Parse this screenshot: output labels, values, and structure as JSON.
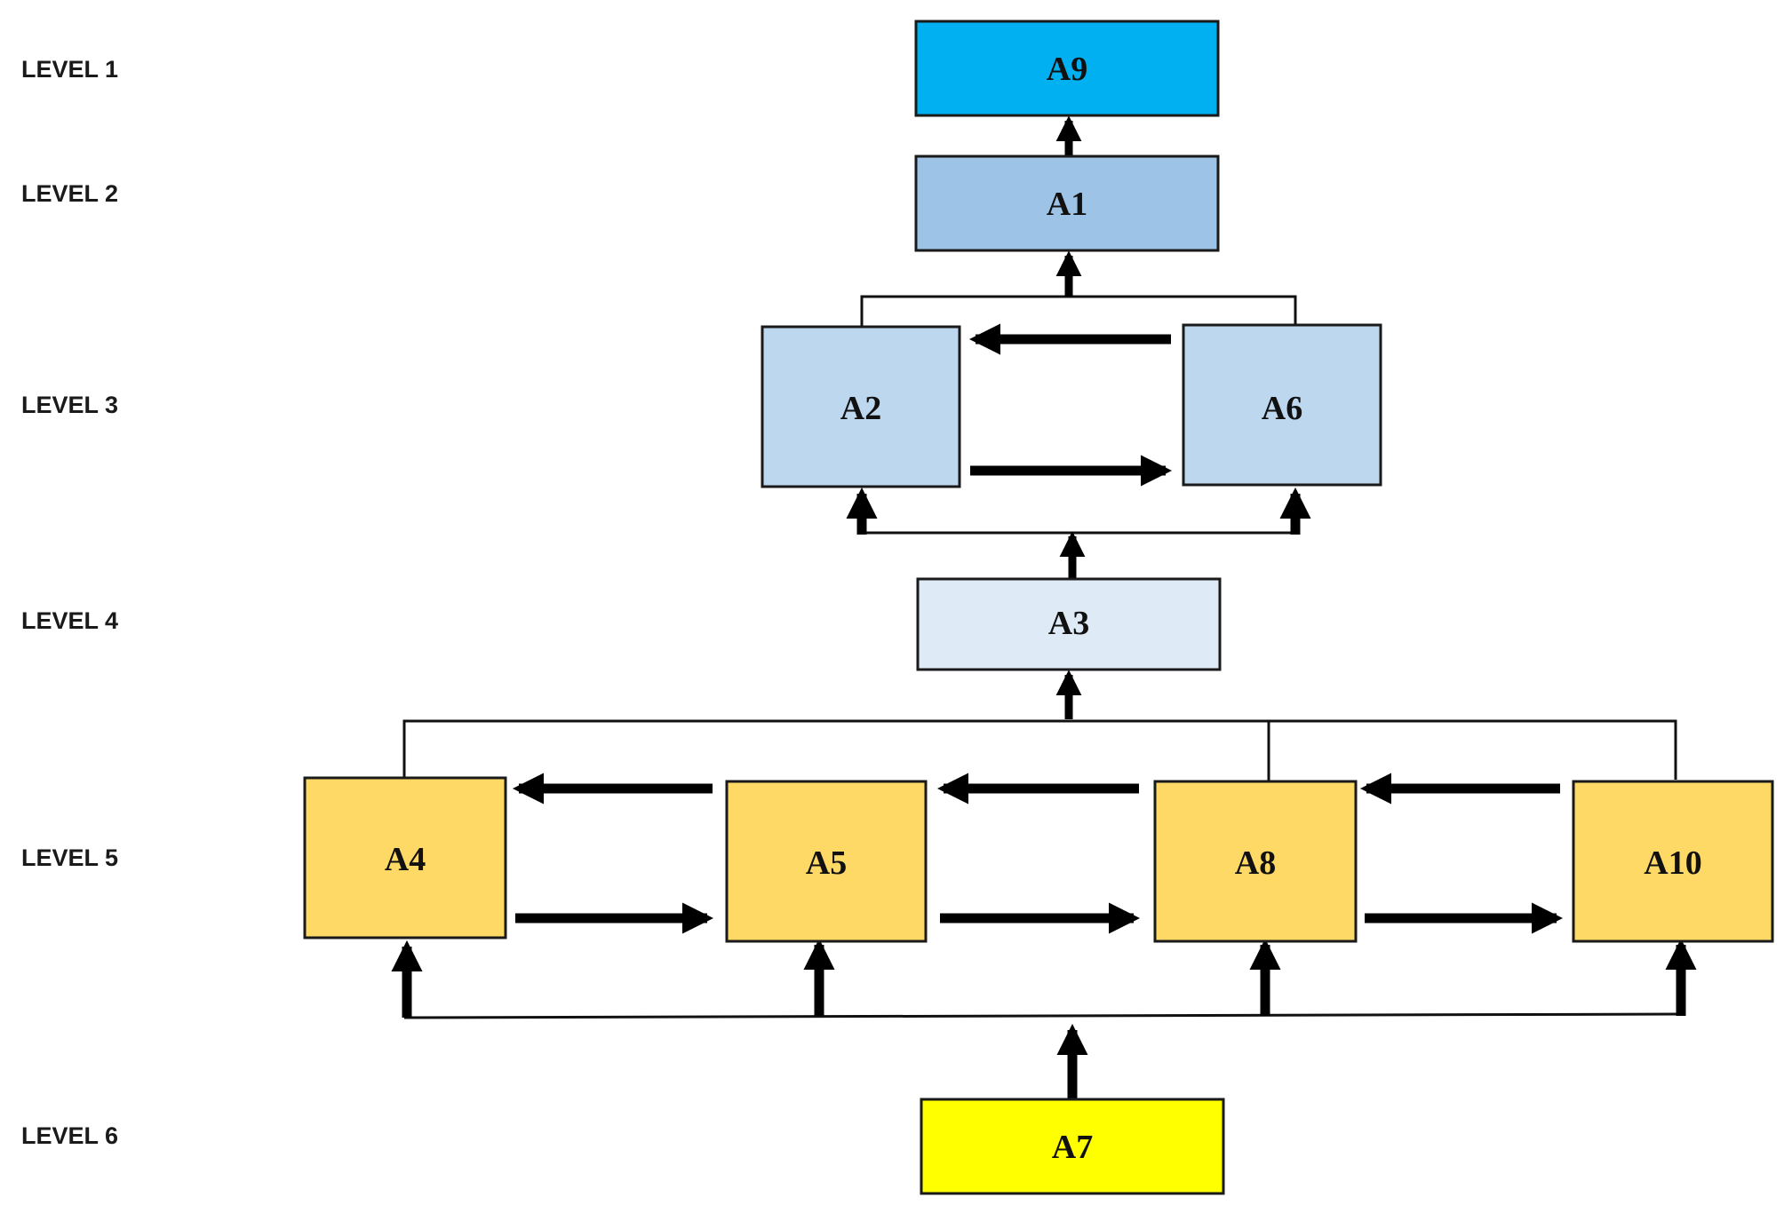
{
  "levels": [
    {
      "id": "level-1",
      "label": "LEVEL 1"
    },
    {
      "id": "level-2",
      "label": "LEVEL 2"
    },
    {
      "id": "level-3",
      "label": "LEVEL 3"
    },
    {
      "id": "level-4",
      "label": "LEVEL 4"
    },
    {
      "id": "level-5",
      "label": "LEVEL 5"
    },
    {
      "id": "level-6",
      "label": "LEVEL 6"
    }
  ],
  "nodes": [
    {
      "id": "A9",
      "label": "A9",
      "level": 1,
      "color": "#00B0F0"
    },
    {
      "id": "A1",
      "label": "A1",
      "level": 2,
      "color": "#9DC3E6"
    },
    {
      "id": "A2",
      "label": "A2",
      "level": 3,
      "color": "#BDD7EE"
    },
    {
      "id": "A6",
      "label": "A6",
      "level": 3,
      "color": "#BDD7EE"
    },
    {
      "id": "A3",
      "label": "A3",
      "level": 4,
      "color": "#DEEBF7"
    },
    {
      "id": "A4",
      "label": "A4",
      "level": 5,
      "color": "#FFD966"
    },
    {
      "id": "A5",
      "label": "A5",
      "level": 5,
      "color": "#FFD966"
    },
    {
      "id": "A8",
      "label": "A8",
      "level": 5,
      "color": "#FFD966"
    },
    {
      "id": "A10",
      "label": "A10",
      "level": 5,
      "color": "#FFD966"
    },
    {
      "id": "A7",
      "label": "A7",
      "level": 6,
      "color": "#FFFF00"
    }
  ],
  "edges": [
    {
      "from": "A1",
      "to": "A9"
    },
    {
      "from": "A2",
      "to": "A1"
    },
    {
      "from": "A6",
      "to": "A1"
    },
    {
      "from": "A2",
      "to": "A6"
    },
    {
      "from": "A6",
      "to": "A2"
    },
    {
      "from": "A3",
      "to": "A2"
    },
    {
      "from": "A3",
      "to": "A6"
    },
    {
      "from": "A4",
      "to": "A3"
    },
    {
      "from": "A8",
      "to": "A3"
    },
    {
      "from": "A10",
      "to": "A3"
    },
    {
      "from": "A4",
      "to": "A5"
    },
    {
      "from": "A5",
      "to": "A4"
    },
    {
      "from": "A5",
      "to": "A8"
    },
    {
      "from": "A8",
      "to": "A5"
    },
    {
      "from": "A8",
      "to": "A10"
    },
    {
      "from": "A10",
      "to": "A8"
    },
    {
      "from": "A7",
      "to": "A4"
    },
    {
      "from": "A7",
      "to": "A5"
    },
    {
      "from": "A7",
      "to": "A8"
    },
    {
      "from": "A7",
      "to": "A10"
    }
  ]
}
